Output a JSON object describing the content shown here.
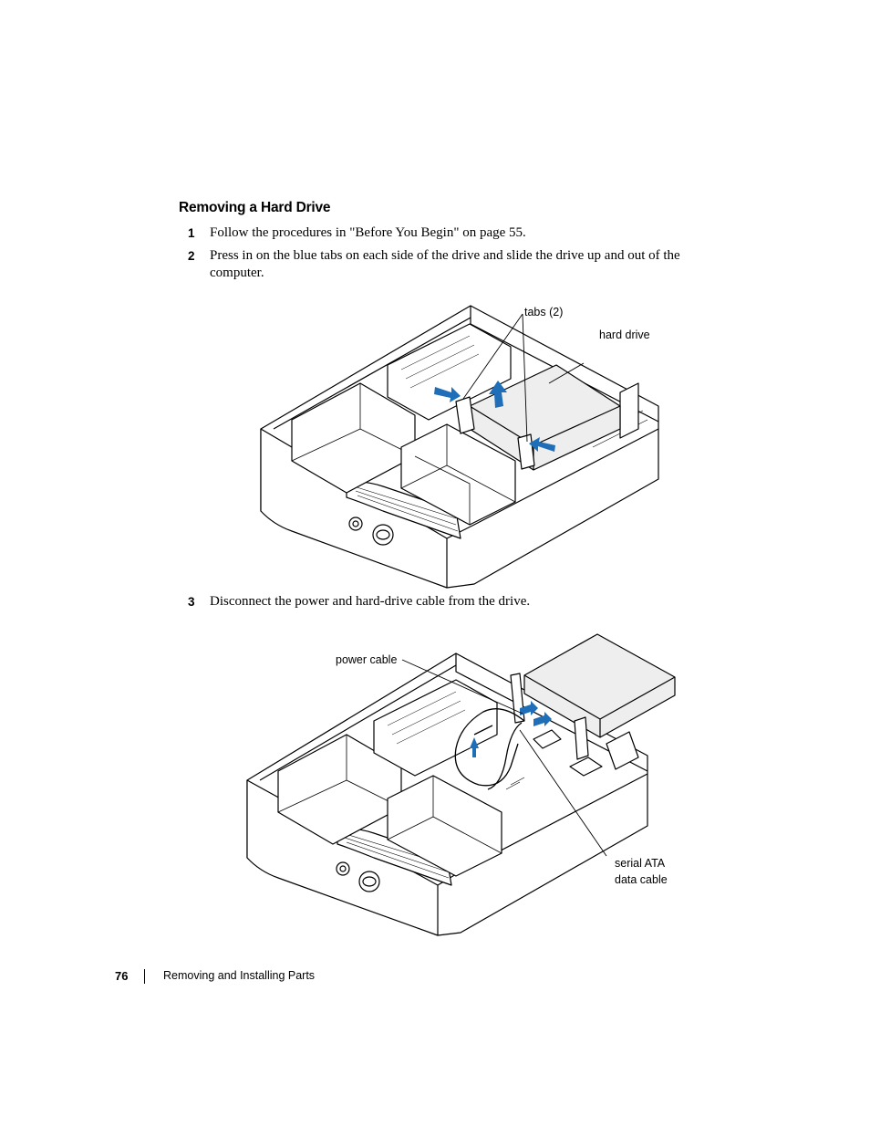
{
  "section": {
    "heading": "Removing a Hard Drive"
  },
  "steps": [
    {
      "number": "1",
      "text": "Follow the procedures in \"Before You Begin\" on page 55."
    },
    {
      "number": "2",
      "text": "Press in on the blue tabs on each side of the drive and slide the drive up and out of the computer."
    },
    {
      "number": "3",
      "text": "Disconnect the power and hard-drive cable from the drive."
    }
  ],
  "figure1": {
    "callouts": {
      "tabs": "tabs (2)",
      "hard_drive": "hard drive"
    }
  },
  "figure2": {
    "callouts": {
      "power_cable": "power cable",
      "sata_line1": "serial ATA",
      "sata_line2": "data cable"
    }
  },
  "footer": {
    "page_number": "76",
    "chapter_title": "Removing and Installing Parts"
  },
  "colors": {
    "arrow_blue": "#1f6fb8",
    "line": "#000000"
  }
}
